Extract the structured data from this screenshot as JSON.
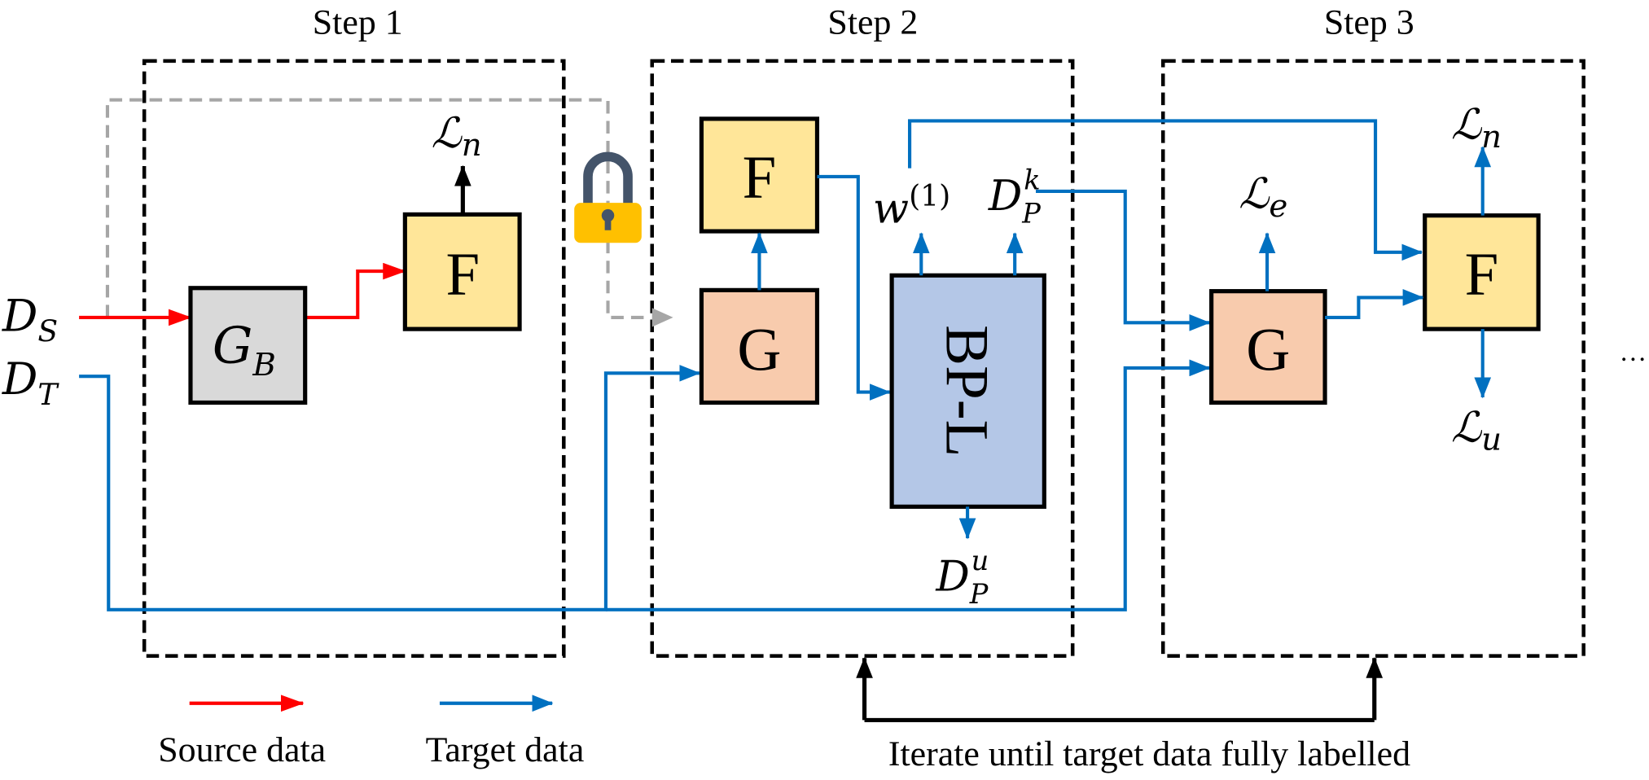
{
  "steps": [
    {
      "title": "Step 1"
    },
    {
      "title": "Step 2"
    },
    {
      "title": "Step 3"
    }
  ],
  "inputs": {
    "source": {
      "main": "D",
      "sub": "S"
    },
    "target": {
      "main": "D",
      "sub": "T"
    }
  },
  "step1": {
    "backbone": {
      "main": "G",
      "sub": "B"
    },
    "classifier": "F",
    "loss": {
      "main": "ℒ",
      "sub": "n"
    },
    "lock_icon": "lock-icon"
  },
  "step2": {
    "generator": "G",
    "classifier": "F",
    "bp_module": "BP-L",
    "weight": {
      "main": "w",
      "sup": "(1)"
    },
    "known": {
      "main": "D",
      "sub": "P",
      "sup": "k"
    },
    "unknown": {
      "main": "D",
      "sub": "P",
      "sup": "u"
    }
  },
  "step3": {
    "generator": "G",
    "classifier": "F",
    "loss_e": {
      "main": "ℒ",
      "sub": "e"
    },
    "loss_n": {
      "main": "ℒ",
      "sub": "n"
    },
    "loss_u": {
      "main": "ℒ",
      "sub": "u"
    }
  },
  "continuation": "…",
  "iterate_label": "Iterate until target data fully labelled",
  "legend": [
    {
      "label": "Source data",
      "color": "#FF0000"
    },
    {
      "label": "Target data",
      "color": "#0070C0"
    }
  ],
  "colors": {
    "source": "#FF0000",
    "target": "#0070C0",
    "frozen": "#A6A6A6",
    "box_backbone": "#D9D9D9",
    "box_classifier": "#FFE699",
    "box_generator": "#F8CBAD",
    "box_bp": "#B4C7E7",
    "lock_body": "#FFC000",
    "lock_shackle": "#44546A"
  }
}
